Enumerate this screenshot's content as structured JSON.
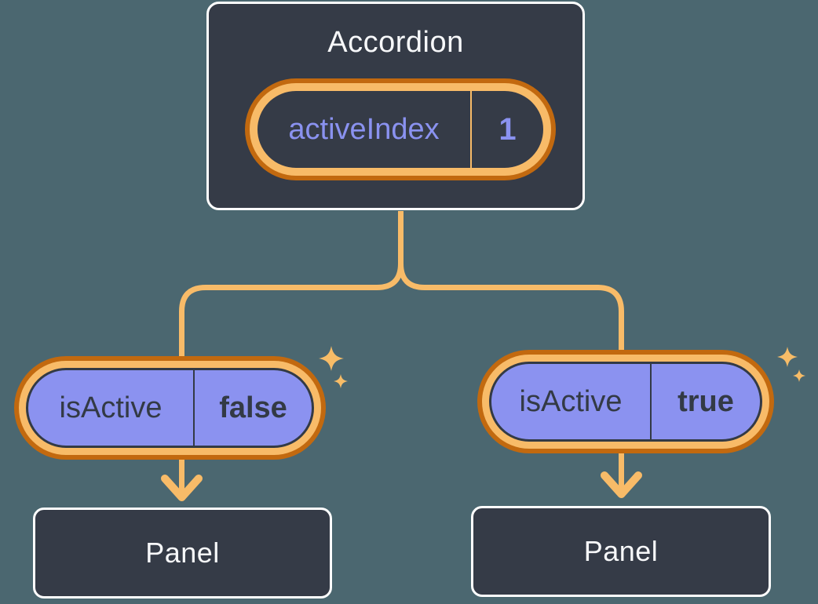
{
  "theme": {
    "background": "#4B6770",
    "card_fill": "#353B47",
    "card_border": "#FFFFFF",
    "accent_orange_dark": "#C2690F",
    "accent_orange_light": "#F8BB68",
    "purple_fill": "#8B92F0",
    "purple_text": "#8A92F0",
    "dark_text": "#333A45",
    "light_text": "#F7F8FA"
  },
  "icons": {
    "sparkle": "✦"
  },
  "accordion": {
    "title": "Accordion",
    "state_name": "activeIndex",
    "state_value": "1"
  },
  "children": [
    {
      "prop_name": "isActive",
      "prop_value": "false",
      "panel_label": "Panel"
    },
    {
      "prop_name": "isActive",
      "prop_value": "true",
      "panel_label": "Panel"
    }
  ]
}
